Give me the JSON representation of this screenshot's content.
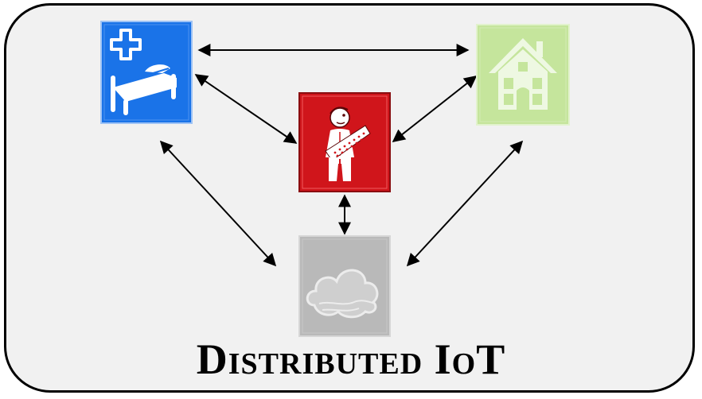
{
  "diagram": {
    "title": "Distributed IoT",
    "nodes": [
      {
        "id": "hospital",
        "icon": "hospital-bed-icon",
        "color": "#1a73e8"
      },
      {
        "id": "home",
        "icon": "house-icon",
        "color": "#c5e59c"
      },
      {
        "id": "patient",
        "icon": "patient-icon",
        "color": "#d0151b"
      },
      {
        "id": "cloud",
        "icon": "cloud-icon",
        "color": "#b9b9b9"
      }
    ],
    "edges": [
      {
        "from": "hospital",
        "to": "home",
        "direction": "both"
      },
      {
        "from": "hospital",
        "to": "patient",
        "direction": "both"
      },
      {
        "from": "home",
        "to": "patient",
        "direction": "both"
      },
      {
        "from": "hospital",
        "to": "cloud",
        "direction": "both"
      },
      {
        "from": "home",
        "to": "cloud",
        "direction": "both"
      },
      {
        "from": "patient",
        "to": "cloud",
        "direction": "both"
      }
    ]
  }
}
